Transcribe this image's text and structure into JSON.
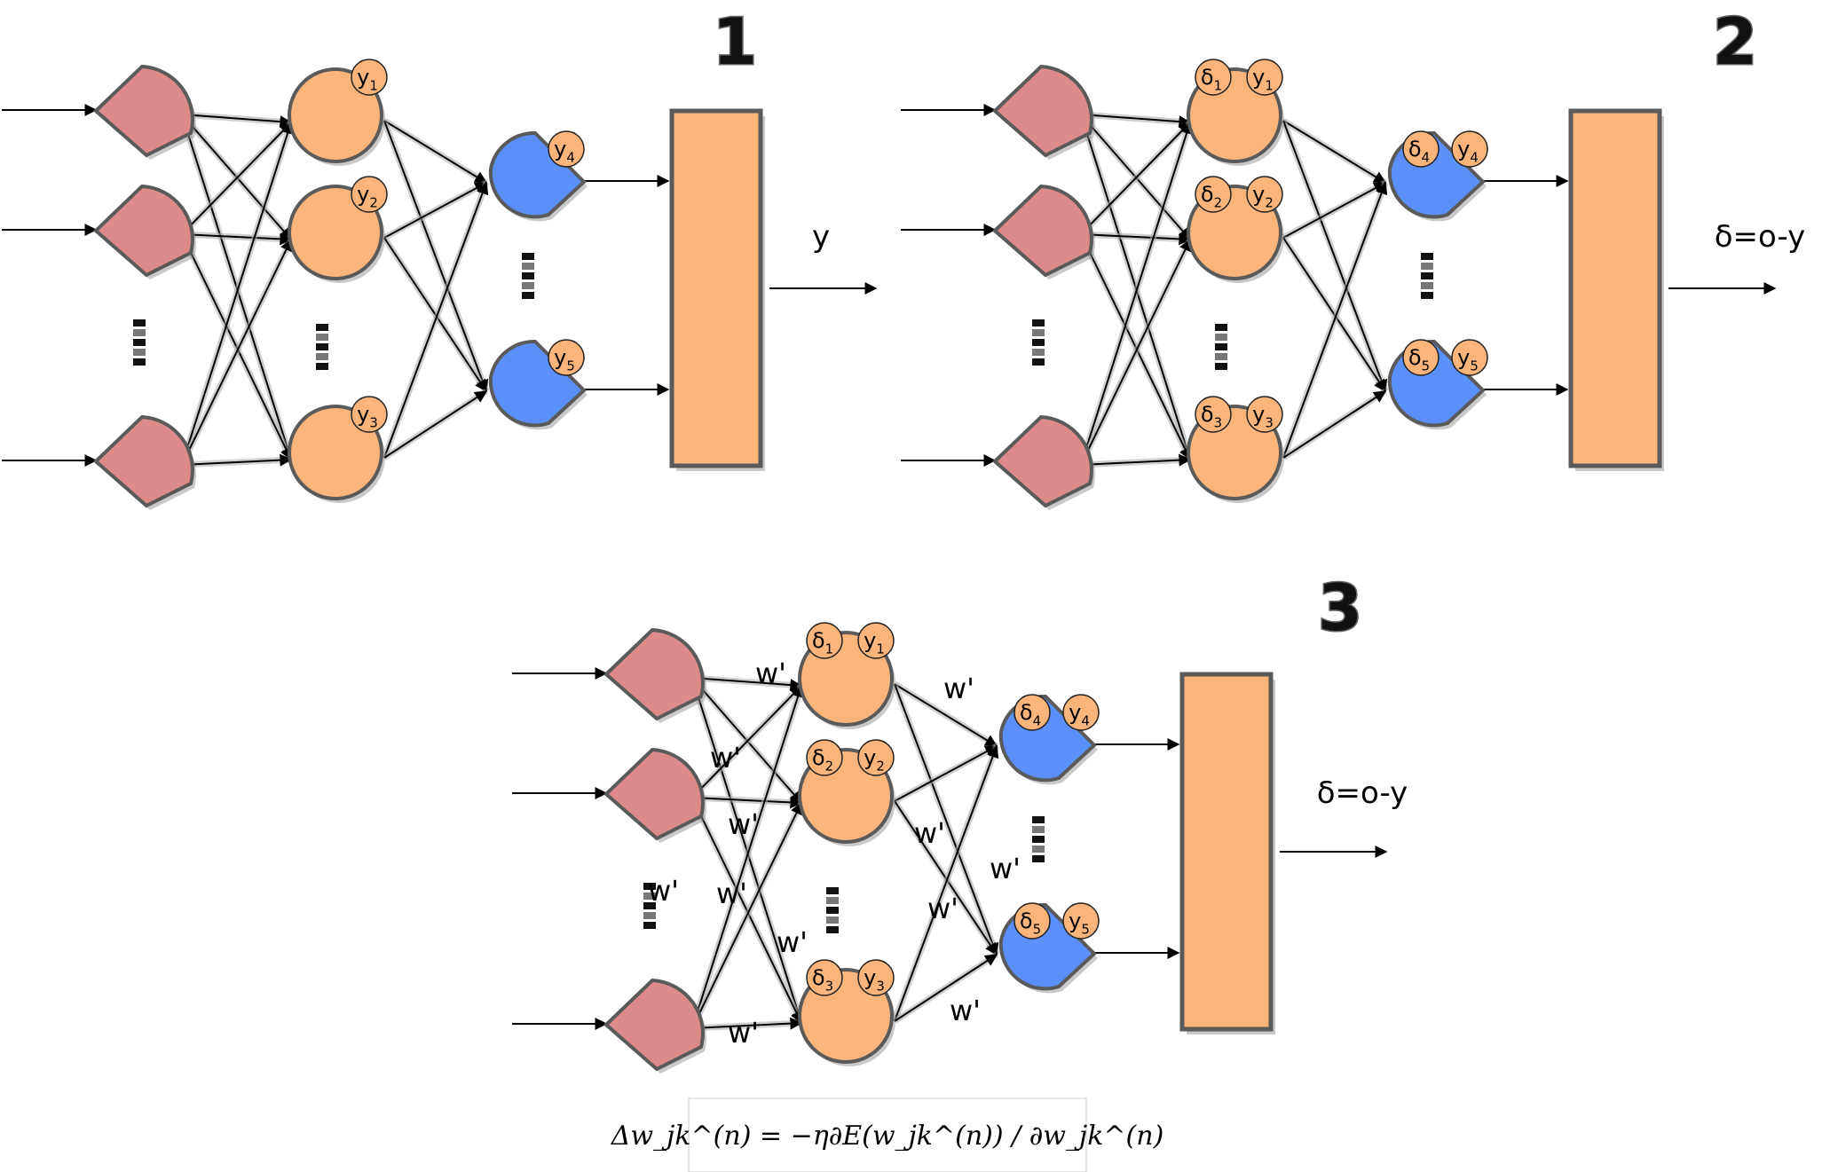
{
  "panels": [
    {
      "number": "1",
      "hidden_labels": [
        "y1",
        "y2",
        "y3"
      ],
      "output_labels": [
        "y4",
        "y5"
      ],
      "hidden_deltas": [],
      "output_deltas": [],
      "output_text": "y",
      "show_weights": false
    },
    {
      "number": "2",
      "hidden_labels": [
        "y1",
        "y2",
        "y3"
      ],
      "output_labels": [
        "y4",
        "y5"
      ],
      "hidden_deltas": [
        "δ1",
        "δ2",
        "δ3"
      ],
      "output_deltas": [
        "δ4",
        "δ5"
      ],
      "output_text": "δ=o-y",
      "show_weights": false
    },
    {
      "number": "3",
      "hidden_labels": [
        "y1",
        "y2",
        "y3"
      ],
      "output_labels": [
        "y4",
        "y5"
      ],
      "hidden_deltas": [
        "δ1",
        "δ2",
        "δ3"
      ],
      "output_deltas": [
        "δ4",
        "δ5"
      ],
      "output_text": "δ=o-y",
      "show_weights": true
    }
  ],
  "weight_label": "w'",
  "formula": "Δw_jk^(n) = −η∂E(w_jk^(n)) / ∂w_jk^(n)",
  "colors": {
    "input_node": "#dd8a8a",
    "hidden_node": "#fbb47a",
    "output_node": "#5b8ff9",
    "box": "#fbb47a",
    "outline": "#5a5a5a"
  }
}
